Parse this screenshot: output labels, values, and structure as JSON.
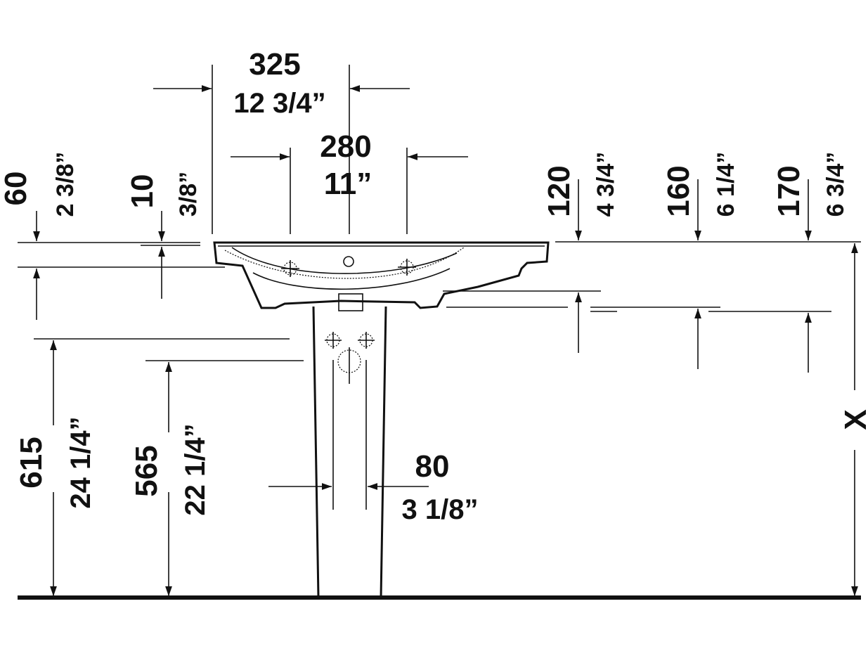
{
  "dimensions": {
    "d325": {
      "mm": "325",
      "in": "12 3/4”"
    },
    "d280": {
      "mm": "280",
      "in": "11”"
    },
    "d60": {
      "mm": "60",
      "in": "2 3/8”"
    },
    "d10": {
      "mm": "10",
      "in": "3/8”"
    },
    "d120": {
      "mm": "120",
      "in": "4 3/4”"
    },
    "d160": {
      "mm": "160",
      "in": "6 1/4”"
    },
    "d170": {
      "mm": "170",
      "in": "6 3/4”"
    },
    "d615": {
      "mm": "615",
      "in": "24 1/4”"
    },
    "d565": {
      "mm": "565",
      "in": "22 1/4”"
    },
    "d80": {
      "mm": "80",
      "in": "3 1/8”"
    },
    "x": {
      "label": "X"
    }
  }
}
